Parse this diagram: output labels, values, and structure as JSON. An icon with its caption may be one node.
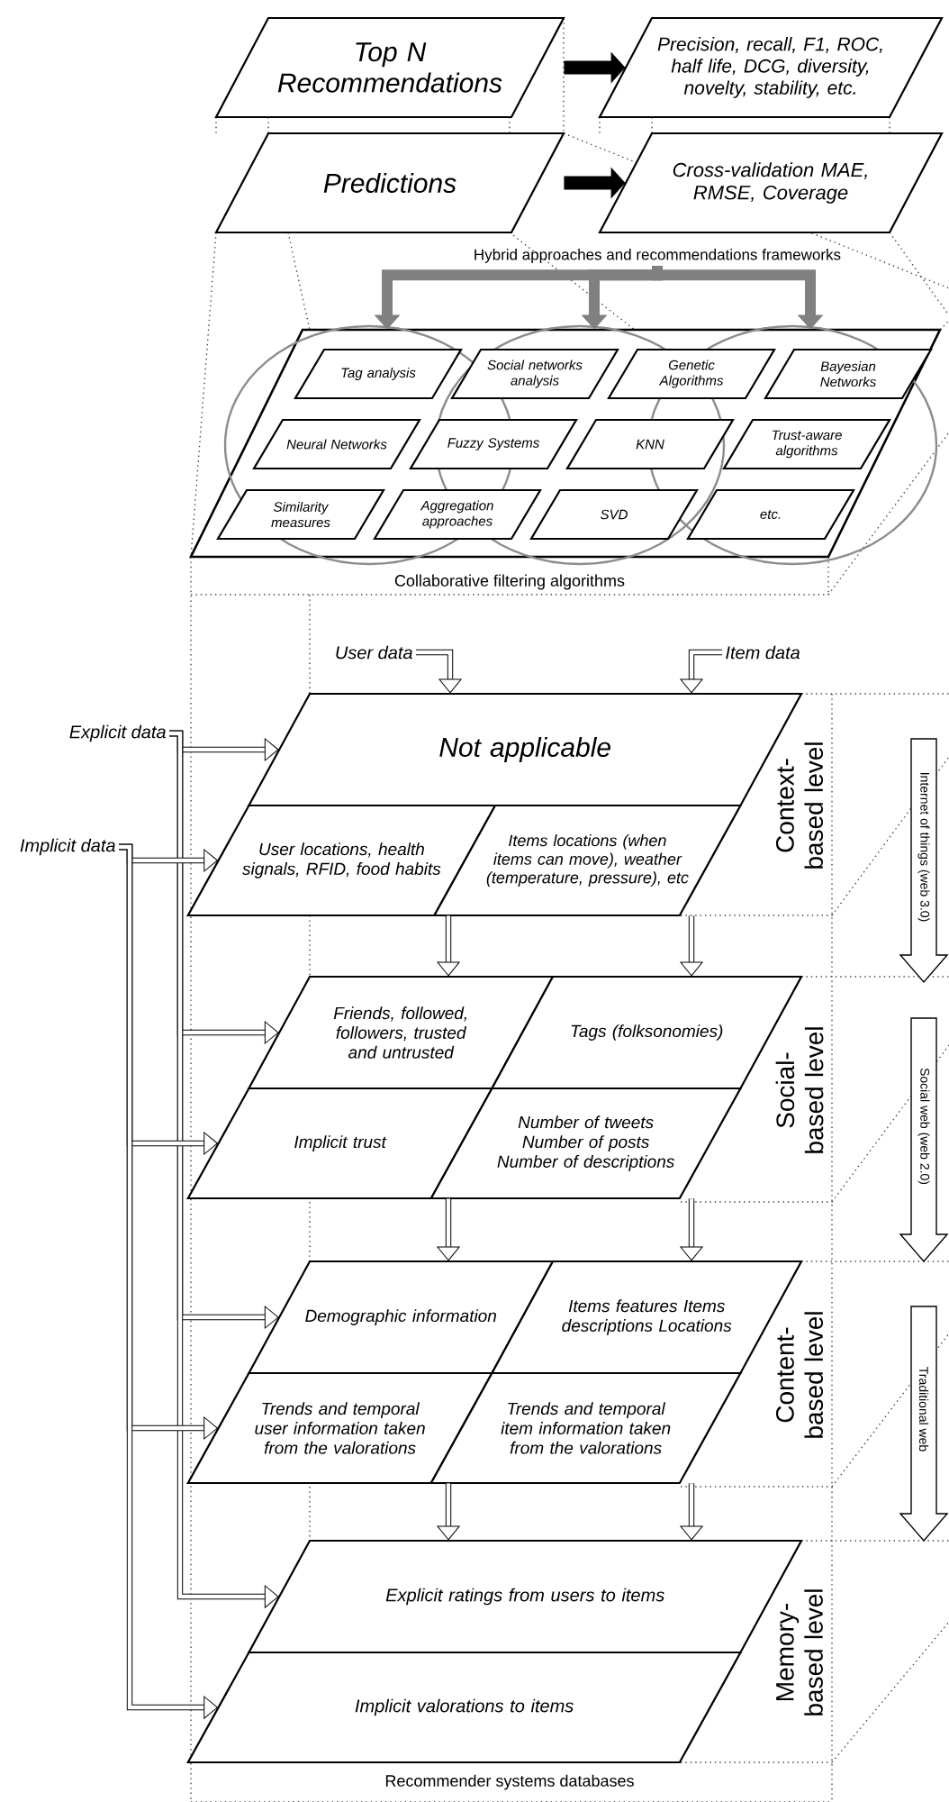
{
  "diagram": {
    "nodes": [
      {
        "text": [
          "Top N Recommendations"
        ]
      },
      {
        "text": [
          "Precision, recall, F1, ROC, half life, DCG, diversity, novelty, stability, etc."
        ]
      },
      {
        "text": [
          "Predictions"
        ]
      },
      {
        "text": [
          "Cross-validation MAE, RMSE, Coverage"
        ]
      },
      {
        "text": [
          "Hybrid approaches and recommendations frameworks"
        ]
      },
      {
        "text": [
          "Collaborative filtering algorithms"
        ]
      },
      {
        "text": [
          "Tag analysis"
        ],
        "in": 5
      },
      {
        "text": [
          "Social networks analysis"
        ],
        "in": 5
      },
      {
        "text": [
          "Genetic Algorithms"
        ],
        "in": 5
      },
      {
        "text": [
          "Bayesian Networks"
        ],
        "in": 5
      },
      {
        "text": [
          "Neural Networks"
        ],
        "in": 5
      },
      {
        "text": [
          "Fuzzy Systems"
        ],
        "in": 5
      },
      {
        "text": [
          "KNN"
        ],
        "in": 5
      },
      {
        "text": [
          "Trust-aware algorithms"
        ],
        "in": 5
      },
      {
        "text": [
          "Similarity measures"
        ],
        "in": 5
      },
      {
        "text": [
          "Aggregation approaches"
        ],
        "in": 5
      },
      {
        "text": [
          "SVD"
        ],
        "in": 5
      },
      {
        "text": [
          "etc."
        ],
        "in": 5
      },
      {
        "text": [
          "User data"
        ]
      },
      {
        "text": [
          "Item data"
        ]
      },
      {
        "text": [
          "Explicit data"
        ]
      },
      {
        "text": [
          "Implicit data"
        ]
      },
      {
        "text": [
          "Not applicable"
        ]
      },
      {
        "text": [
          "User locations, health signals, RFID, food habits"
        ]
      },
      {
        "text": [
          "Items locations (when items can move), weather (temperature, pressure), etc"
        ]
      },
      {
        "text": [
          "Friends, followed, followers, trusted and untrusted"
        ]
      },
      {
        "text": [
          "Tags (folksonomies)"
        ]
      },
      {
        "text": [
          "Implicit trust"
        ]
      },
      {
        "text": [
          "Number of tweets Number of posts Number of descriptions"
        ]
      },
      {
        "text": [
          "Demographic information"
        ]
      },
      {
        "text": [
          "Items features Items descriptions Locations"
        ]
      },
      {
        "text": [
          "Trends and temporal user information taken from the valorations"
        ]
      },
      {
        "text": [
          "Trends and temporal item information taken from the valorations"
        ]
      },
      {
        "text": [
          "Explicit ratings from users to items"
        ]
      },
      {
        "text": [
          "Implicit valorations to items"
        ]
      }
    ],
    "edges": [
      {
        "from": 0,
        "to": 1,
        "arrow": "to",
        "style": "thick"
      },
      {
        "from": 2,
        "to": 3,
        "arrow": "to",
        "style": "thick"
      },
      {
        "from": 4,
        "to": 5,
        "arrow": "to",
        "style": "thick",
        "color": "#808080"
      },
      {
        "from": 4,
        "to": 5,
        "arrow": "to",
        "style": "thick",
        "color": "#808080"
      },
      {
        "from": 4,
        "to": 5,
        "arrow": "to",
        "style": "thick",
        "color": "#808080"
      },
      {
        "from": 18,
        "to": 22,
        "arrow": "to"
      },
      {
        "from": 19,
        "to": 22,
        "arrow": "to"
      },
      {
        "from": 20,
        "to": 22,
        "arrow": "to"
      },
      {
        "from": 20,
        "to": 25,
        "arrow": "to"
      },
      {
        "from": 20,
        "to": 29,
        "arrow": "to"
      },
      {
        "from": 20,
        "to": 33,
        "arrow": "to"
      },
      {
        "from": 21,
        "to": 23,
        "arrow": "to"
      },
      {
        "from": 21,
        "to": 27,
        "arrow": "to"
      },
      {
        "from": 21,
        "to": 31,
        "arrow": "to"
      },
      {
        "from": 21,
        "to": 34,
        "arrow": "to"
      },
      {
        "from": 23,
        "to": 25,
        "arrow": "to"
      },
      {
        "from": 24,
        "to": 26,
        "arrow": "to"
      },
      {
        "from": 27,
        "to": 29,
        "arrow": "to"
      },
      {
        "from": 28,
        "to": 30,
        "arrow": "to"
      },
      {
        "from": 31,
        "to": 33,
        "arrow": "to"
      },
      {
        "from": 32,
        "to": 33,
        "arrow": "to"
      }
    ],
    "labels": [
      "Context-based level",
      "Internet of things (web 3.0)",
      "Social-based level",
      "Social web (web 2.0)",
      "Content-based level",
      "Traditional web",
      "Memory-based level",
      "Recommender systems databases"
    ]
  }
}
